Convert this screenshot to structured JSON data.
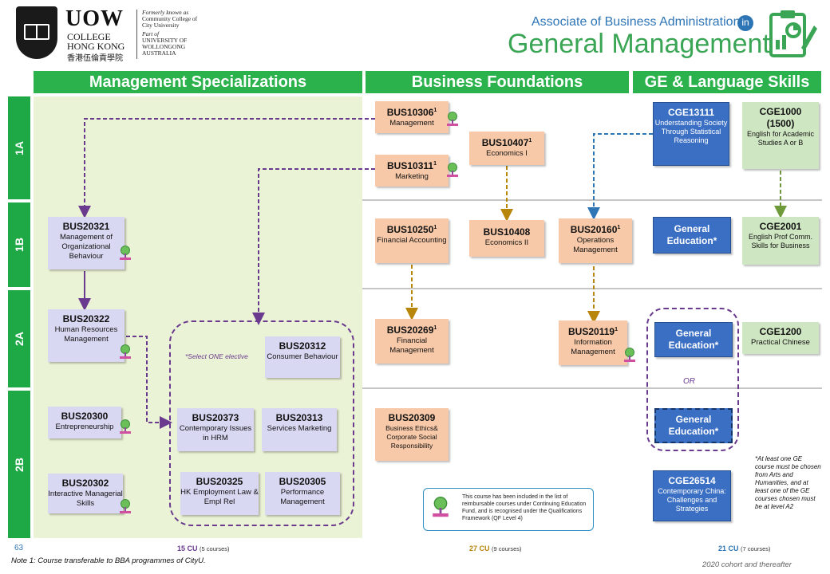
{
  "header": {
    "logo_uow": "UOW",
    "logo_college": "COLLEGE",
    "logo_hongkong": "HONG KONG",
    "logo_chinese": "香港伍倫貢學院",
    "formerly": "Formerly known as",
    "formerly_name": "Community College of City University",
    "partof": "Part of",
    "partof_name": "UNIVERSITY OF WOLLONGONG AUSTRALIA",
    "assoc_title": "Associate of Business Administration",
    "in_label": "in",
    "main_title": "General Management"
  },
  "columns": {
    "management": "Management Specializations",
    "business": "Business Foundations",
    "ge": "GE & Language Skills"
  },
  "rows": [
    "1A",
    "1B",
    "2A",
    "2B"
  ],
  "courses": {
    "bus10306": {
      "code": "BUS10306",
      "sup": "1",
      "name": "Management"
    },
    "bus10311": {
      "code": "BUS10311",
      "sup": "1",
      "name": "Marketing"
    },
    "bus10407": {
      "code": "BUS10407",
      "sup": "1",
      "name": "Economics I"
    },
    "bus10250": {
      "code": "BUS10250",
      "sup": "1",
      "name": "Financial Accounting"
    },
    "bus10408": {
      "code": "BUS10408",
      "name": "Economics II"
    },
    "bus20160": {
      "code": "BUS20160",
      "sup": "1",
      "name": "Operations Management"
    },
    "bus20269": {
      "code": "BUS20269",
      "sup": "1",
      "name": "Financial Management"
    },
    "bus20119": {
      "code": "BUS20119",
      "sup": "1",
      "name": "Information Management"
    },
    "bus20309": {
      "code": "BUS20309",
      "name": "Business Ethics& Corporate Social Responsibility"
    },
    "bus20321": {
      "code": "BUS20321",
      "name": "Management of Organizational Behaviour"
    },
    "bus20322": {
      "code": "BUS20322",
      "name": "Human Resources Management"
    },
    "bus20312": {
      "code": "BUS20312",
      "name": "Consumer Behaviour"
    },
    "bus20300": {
      "code": "BUS20300",
      "name": "Entrepreneurship"
    },
    "bus20373": {
      "code": "BUS20373",
      "name": "Contemporary Issues in HRM"
    },
    "bus20313": {
      "code": "BUS20313",
      "name": "Services Marketing"
    },
    "bus20302": {
      "code": "BUS20302",
      "name": "Interactive Managerial Skills"
    },
    "bus20325": {
      "code": "BUS20325",
      "name": "HK Employment Law & Empl Rel"
    },
    "bus20305": {
      "code": "BUS20305",
      "name": "Performance Management"
    },
    "cge13111": {
      "code": "CGE13111",
      "name": "Understanding Society Through Statistical Reasoning"
    },
    "cge1000": {
      "code": "CGE1000",
      "code2": "(1500)",
      "name": "English for Academic Studies A or B"
    },
    "cge2001": {
      "code": "CGE2001",
      "name": "English Prof Comm. Skills for Business"
    },
    "cge1200": {
      "code": "CGE1200",
      "name": "Practical Chinese"
    },
    "cge26514": {
      "code": "CGE26514",
      "name": "Contemporary China: Challenges and Strategies"
    },
    "gen_ed": "General Education*"
  },
  "notes": {
    "select_one": "*Select ONE elective",
    "or": "OR",
    "ge_note": "*At least one GE course must be chosen from Arts and Humanities, and at least one of the GE courses chosen must be at level A2",
    "legend": "This course has been included in the list of reimbursable courses under Continuing Education Fund, and is recognised under the Qualifications Framework (QF Level 4)"
  },
  "footer": {
    "page": "63",
    "cu1": "15 CU",
    "cu1_detail": "(5 courses)",
    "cu2": "27 CU",
    "cu2_detail": "(9 courses)",
    "cu3": "21 CU",
    "cu3_detail": "(7 courses)",
    "note1": "Note 1: Course transferable to BBA programmes of CityU.",
    "cohort": "2020 cohort and thereafter"
  },
  "colors": {
    "green_header": "#2bb24c",
    "purple_box": "#d9d8f3",
    "peach_box": "#f8c9a8",
    "blue_box": "#3b6fc4",
    "green_box": "#cfe6c2",
    "purple_arrow": "#6a3a8e",
    "gold_arrow": "#b8860b",
    "blue_arrow": "#2e75b6",
    "green_arrow": "#6f9a3c"
  }
}
